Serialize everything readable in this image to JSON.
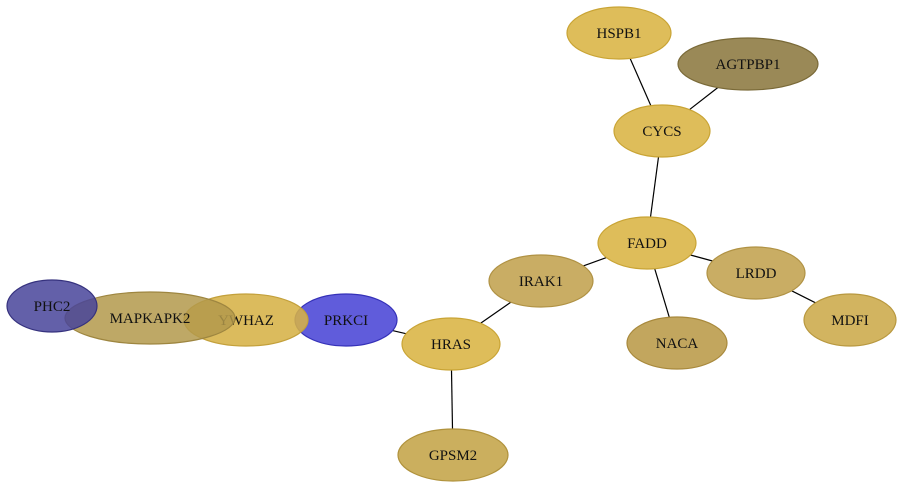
{
  "graph": {
    "nodes": [
      {
        "id": "HSPB1",
        "label": "HSPB1",
        "fill": "#dab443",
        "stroke": "#c9a435",
        "opacity": 0.88
      },
      {
        "id": "AGTPBP1",
        "label": "AGTPBP1",
        "fill": "#8f7c45",
        "stroke": "#7a6a38",
        "opacity": 0.9
      },
      {
        "id": "CYCS",
        "label": "CYCS",
        "fill": "#dab443",
        "stroke": "#c9a435",
        "opacity": 0.88
      },
      {
        "id": "FADD",
        "label": "FADD",
        "fill": "#dab443",
        "stroke": "#c9a435",
        "opacity": 0.88
      },
      {
        "id": "IRAK1",
        "label": "IRAK1",
        "fill": "#c2a24e",
        "stroke": "#b09244",
        "opacity": 0.88
      },
      {
        "id": "LRDD",
        "label": "LRDD",
        "fill": "#c2a24e",
        "stroke": "#b09244",
        "opacity": 0.88
      },
      {
        "id": "MDFI",
        "label": "MDFI",
        "fill": "#ccaa4a",
        "stroke": "#b8983f",
        "opacity": 0.88
      },
      {
        "id": "NACA",
        "label": "NACA",
        "fill": "#b99a48",
        "stroke": "#a8893c",
        "opacity": 0.88
      },
      {
        "id": "HRAS",
        "label": "HRAS",
        "fill": "#dab443",
        "stroke": "#c9a435",
        "opacity": 0.88
      },
      {
        "id": "GPSM2",
        "label": "GPSM2",
        "fill": "#c4a448",
        "stroke": "#b0923c",
        "opacity": 0.88
      },
      {
        "id": "PRKCI",
        "label": "PRKCI",
        "fill": "#4a45d6",
        "stroke": "#3531b8",
        "opacity": 0.88
      },
      {
        "id": "YWHAZ",
        "label": "YWHAZ",
        "fill": "#d6b247",
        "stroke": "#c3a03b",
        "opacity": 0.88
      },
      {
        "id": "MAPKAPK2",
        "label": "MAPKAPK2",
        "fill": "#b3994b",
        "stroke": "#9e8640",
        "opacity": 0.85
      },
      {
        "id": "PHC2",
        "label": "PHC2",
        "fill": "#48449a",
        "stroke": "#36327e",
        "opacity": 0.85
      }
    ],
    "edges": [
      {
        "source": "HSPB1",
        "target": "CYCS"
      },
      {
        "source": "AGTPBP1",
        "target": "CYCS"
      },
      {
        "source": "CYCS",
        "target": "FADD"
      },
      {
        "source": "FADD",
        "target": "IRAK1"
      },
      {
        "source": "FADD",
        "target": "LRDD"
      },
      {
        "source": "FADD",
        "target": "NACA"
      },
      {
        "source": "LRDD",
        "target": "MDFI"
      },
      {
        "source": "IRAK1",
        "target": "HRAS"
      },
      {
        "source": "HRAS",
        "target": "GPSM2"
      },
      {
        "source": "PRKCI",
        "target": "HRAS"
      }
    ]
  }
}
